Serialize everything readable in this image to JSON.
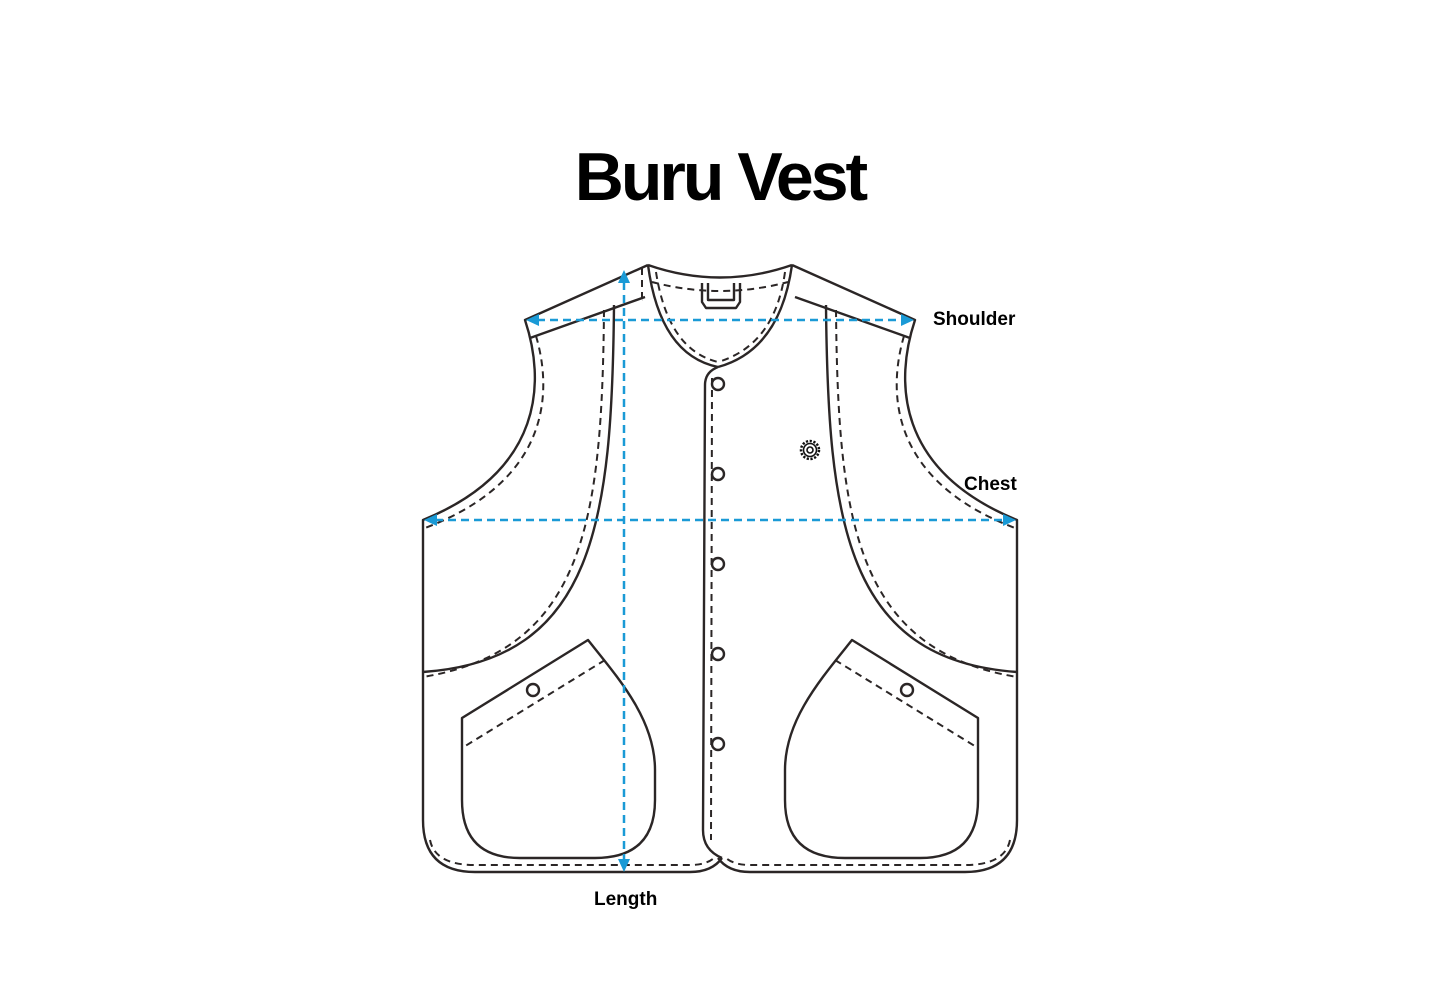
{
  "title": "Buru Vest",
  "measurements": {
    "shoulder": "Shoulder",
    "chest": "Chest",
    "length": "Length"
  },
  "colors": {
    "measure_line": "#1a9ad6",
    "outline": "#2b2626"
  },
  "icons": {
    "emblem": "flower-emblem-icon"
  }
}
